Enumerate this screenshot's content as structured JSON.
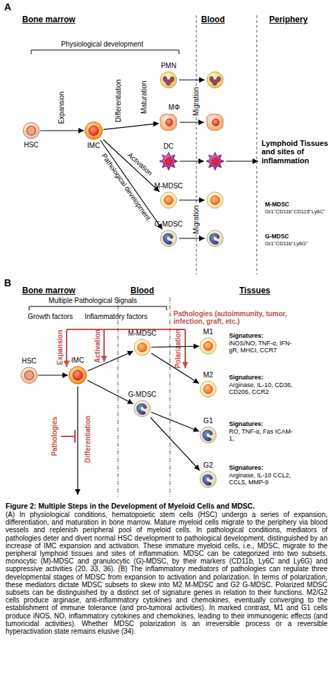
{
  "diagram": {
    "title": "Figure 2: Multiple Steps in the Development of Myeloid Cells and MDSC.",
    "caption": "(A) In physiological conditions, hematopoietic stem cells (HSC) undergo a series of expansion, differentiation, and maturation in bone marrow. Mature myeloid cells migrate to the periphery via blood vessels and replenish peripheral pool of myeloid cells. In pathological conditions, mediators of pathologies deter and divert normal HSC development to pathological development, distinguished by an increase of IMC expansion and activation. These immature myeloid cells, i.e., MDSC, migrate to the peripheral lymphoid tissues and sites of inflammation. MDSC can be categorized into two subsets, monocytic (M)-MDSC and granulocytic (G)-MDSC, by their markers (CD11b, Ly6C and Ly6G) and suppressive activities (20, 33, 36). (B) The inflammatory mediators of pathologies can regulate three developmental stages of MDSC from expansion to activation and polarization. In terms of polarization, these mediators dictate MDSC subsets to skew into M2 M-MDSC and G2 G-MDSC. Polarized MDSC subsets can be distinguished by a distinct set of signature genes in relation to their functions. M2/G2 cells produce arginase, anti-inflammatory cytokines and chemokines, eventually converging to the establishment of immune tolerance (and pro-tumoral activities). In marked contrast, M1 and G1 cells produce iNOS, NO, inflammatory cytokines and chemokines, leading to their immunogenic effects (and tumoricidal activities). Whether MDSC polarization is an irreversible process or a reversible hyperactivation state remains elusive (34).",
    "nodes": [
      {
        "text": [
          "HSC"
        ]
      },
      {
        "text": [
          "IMC"
        ]
      },
      {
        "text": [
          "PMN"
        ]
      },
      {
        "text": [
          "MΦ"
        ]
      },
      {
        "text": [
          "DC"
        ]
      },
      {
        "text": [
          "M-MDSC"
        ]
      },
      {
        "text": [
          "G-MDSC"
        ]
      },
      {
        "text": [
          "HSC"
        ]
      },
      {
        "text": [
          "IMC"
        ]
      },
      {
        "text": [
          "M-MDSC"
        ]
      },
      {
        "text": [
          "G-MDSC"
        ]
      },
      {
        "text": [
          "M1"
        ]
      },
      {
        "text": [
          "M2"
        ]
      },
      {
        "text": [
          "G1"
        ]
      },
      {
        "text": [
          "G2"
        ]
      }
    ],
    "edges": [
      {
        "from": 0,
        "to": 1,
        "label": "Expansion",
        "arrow": "to"
      },
      {
        "from": 1,
        "to": 3,
        "label": "Differentiation",
        "arrow": "to"
      },
      {
        "from": 1,
        "to": 5,
        "label": "Activation",
        "arrow": "to"
      },
      {
        "from": 1,
        "to": 6,
        "label": "Pathological development",
        "arrow": "to"
      },
      {
        "from": 7,
        "to": 8,
        "arrow": "to"
      },
      {
        "from": 8,
        "to": 9,
        "arrow": "to"
      },
      {
        "from": 8,
        "to": 10,
        "arrow": "to"
      },
      {
        "from": 9,
        "to": 11,
        "arrow": "to"
      },
      {
        "from": 9,
        "to": 12,
        "arrow": "to"
      },
      {
        "from": 10,
        "to": 13,
        "arrow": "to"
      },
      {
        "from": 10,
        "to": 14,
        "arrow": "to"
      }
    ],
    "labels": [
      "A",
      "Bone marrow",
      "Blood",
      "Periphery",
      "Physiological development",
      "Maturation",
      "Migration",
      "Migration",
      "Lymphoid Tissues and sites of inflammation",
      "M-MDSC",
      "Gr1⁺CD11b⁺CD115⁺Ly6C⁺",
      "G-MDSC",
      "Gr1⁺CD11b⁺Ly6G⁺",
      "B",
      "Bone marrow",
      "Blood",
      "Tissues",
      "Multiple Pathological Signals",
      "Growth factors",
      "Inflammatory factors",
      "Pathologies (autoimmunity, tumor, infection, graft, etc.)",
      "Expansion",
      "Activation",
      "Polarization",
      "Differentiation",
      "Pathologies",
      "Signatures:",
      "iNOS/NO, TNF-α, IFN-gR, MHCI, CCR7",
      "Signatures:",
      "Arginase, IL-10, CD36, CD206, CCR2",
      "Signatures:",
      "RO, TNF-α, Fas ICAM-1,",
      "Signatures:",
      "Arginase, IL-10 CCL2, CCL5, MMP-9"
    ]
  }
}
